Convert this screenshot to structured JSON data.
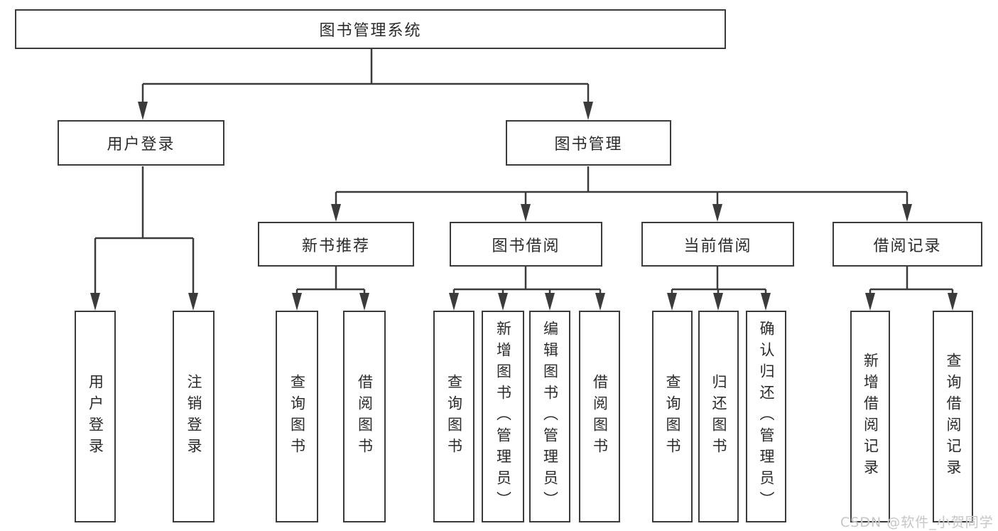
{
  "diagram": {
    "root": {
      "label": "图书管理系统",
      "children": [
        {
          "label": "用户登录",
          "children": [
            {
              "label": "用户登录"
            },
            {
              "label": "注销登录"
            }
          ]
        },
        {
          "label": "图书管理",
          "children": [
            {
              "label": "新书推荐",
              "children": [
                {
                  "label": "查询图书"
                },
                {
                  "label": "借阅图书"
                }
              ]
            },
            {
              "label": "图书借阅",
              "children": [
                {
                  "label": "查询图书"
                },
                {
                  "label": "新增图书（管理员）"
                },
                {
                  "label": "编辑图书（管理员）"
                },
                {
                  "label": "借阅图书"
                }
              ]
            },
            {
              "label": "当前借阅",
              "children": [
                {
                  "label": "查询图书"
                },
                {
                  "label": "归还图书"
                },
                {
                  "label": "确认归还（管理员）"
                }
              ]
            },
            {
              "label": "借阅记录",
              "children": [
                {
                  "label": "新增借阅记录"
                },
                {
                  "label": "查询借阅记录"
                }
              ]
            }
          ]
        }
      ]
    }
  },
  "watermark": {
    "text": "CSDN @软件_小贺同学"
  },
  "colors": {
    "line": "#3b3b3b",
    "box_border": "#3b3b3b",
    "text": "#2b2b2b",
    "watermark": "#c6c6c8",
    "background": "#ffffff"
  }
}
